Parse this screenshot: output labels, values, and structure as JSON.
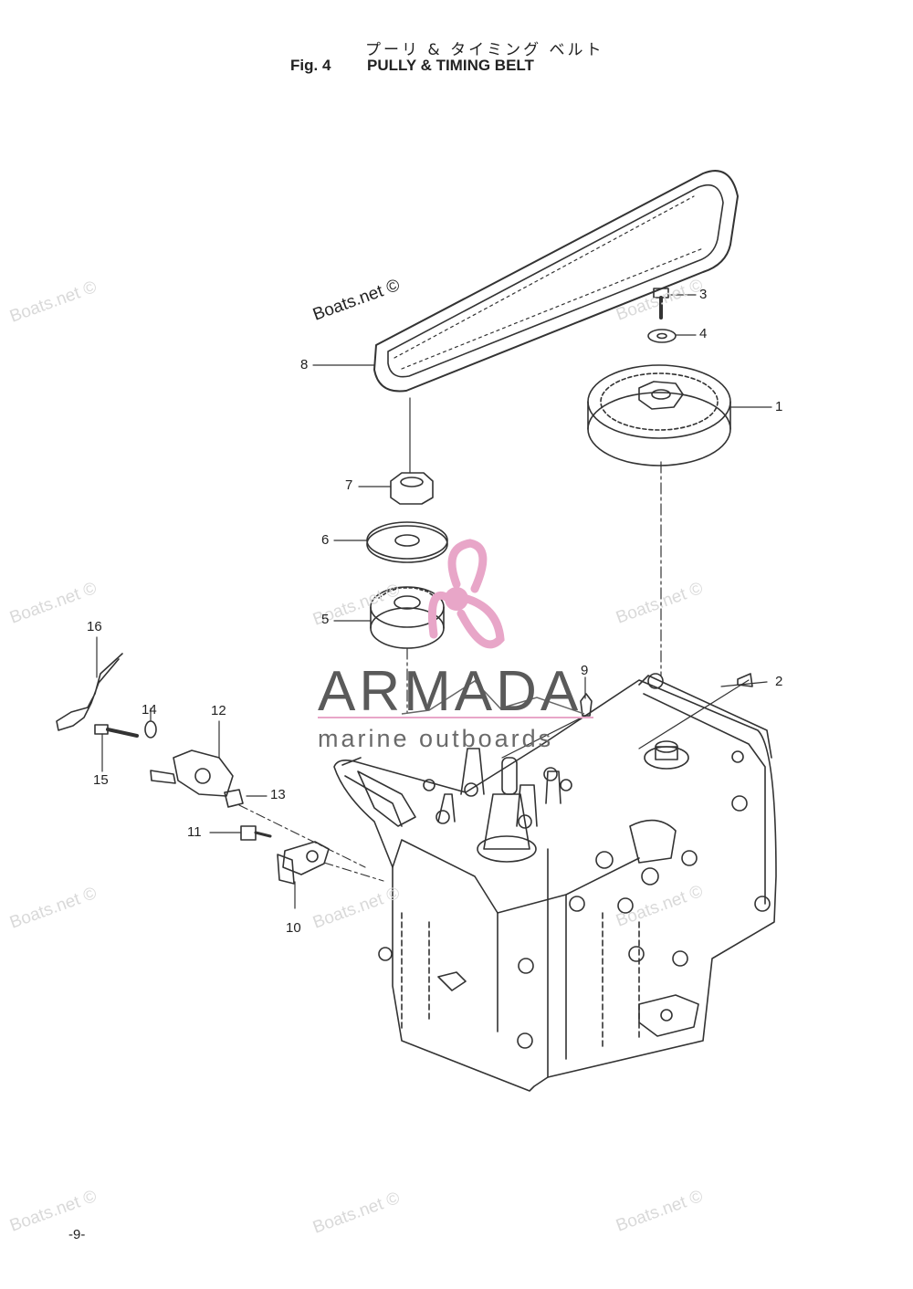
{
  "header": {
    "title_jp": "プーリ & タイミング ベルト",
    "fig_label": "Fig. 4",
    "fig_title": "PULLY & TIMING BELT"
  },
  "page_number": "-9-",
  "watermark_text": "Boats.net ©",
  "brand": {
    "name": "ARMADA",
    "tagline": "marine outboards",
    "name_color": "#5a5a5a",
    "logo_color": "#e8a6c8"
  },
  "callouts": [
    "1",
    "2",
    "3",
    "4",
    "5",
    "6",
    "7",
    "8",
    "9",
    "10",
    "11",
    "12",
    "13",
    "14",
    "15",
    "16"
  ]
}
